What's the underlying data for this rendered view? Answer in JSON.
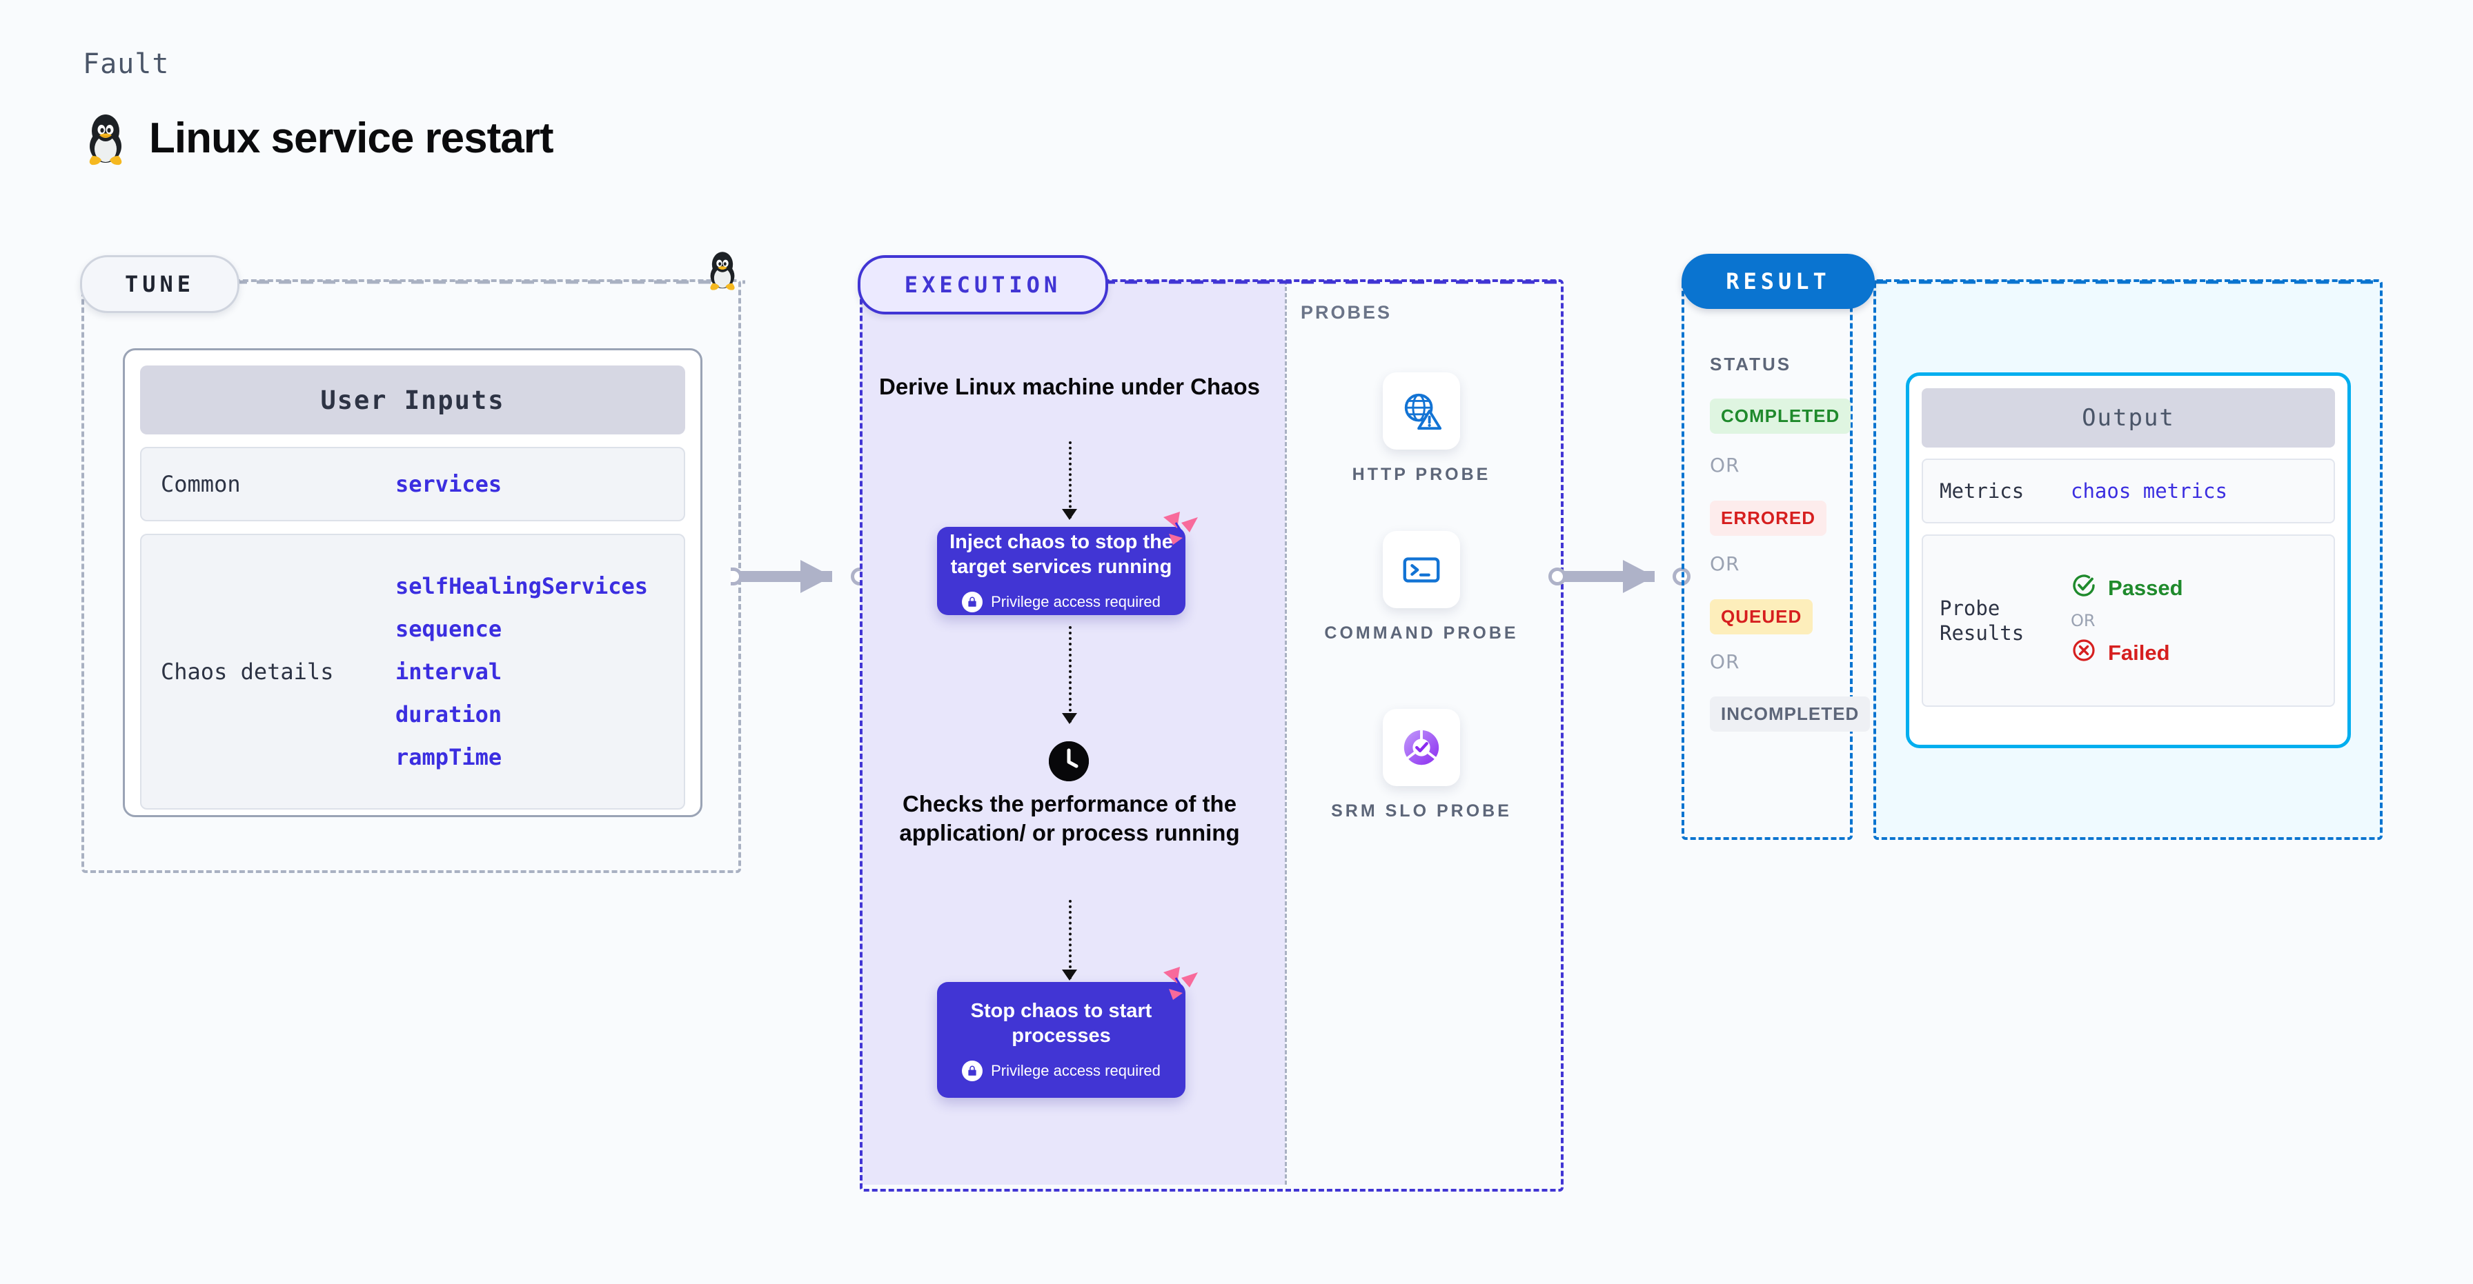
{
  "header": {
    "kicker": "Fault",
    "title": "Linux service restart",
    "icon": "linux-penguin-icon"
  },
  "tune": {
    "pill_label": "TUNE",
    "card": {
      "header": "User Inputs",
      "rows": [
        {
          "key": "Common",
          "values": [
            "services"
          ]
        },
        {
          "key": "Chaos details",
          "values": [
            "selfHealingServices",
            "sequence",
            "interval",
            "duration",
            "rampTime"
          ]
        }
      ]
    }
  },
  "execution": {
    "pill_label": "EXECUTION",
    "steps": [
      {
        "type": "title",
        "text": "Derive Linux machine under Chaos"
      },
      {
        "type": "block",
        "text": "Inject chaos to stop the target services running",
        "note": "Privilege access required",
        "note_icon": "lock-icon",
        "corner_icon": "harness-logo-icon"
      },
      {
        "type": "clock",
        "icon": "clock-icon"
      },
      {
        "type": "title",
        "text": "Checks the performance of the application/ or process running"
      },
      {
        "type": "block",
        "text": "Stop chaos to start processes",
        "note": "Privilege access required",
        "note_icon": "lock-icon",
        "corner_icon": "harness-logo-icon"
      }
    ]
  },
  "probes": {
    "section_label": "PROBES",
    "items": [
      {
        "label": "HTTP PROBE",
        "icon": "globe-warning-icon"
      },
      {
        "label": "COMMAND PROBE",
        "icon": "terminal-prompt-icon"
      },
      {
        "label": "SRM SLO PROBE",
        "icon": "slo-donut-check-icon"
      }
    ]
  },
  "result": {
    "pill_label": "RESULT",
    "status_label": "STATUS",
    "or_label": "OR",
    "statuses": [
      {
        "text": "COMPLETED",
        "bg": "#dff5e1",
        "fg": "#1f8a2c"
      },
      {
        "text": "ERRORED",
        "bg": "#fdecec",
        "fg": "#d61f1f"
      },
      {
        "text": "QUEUED",
        "bg": "#fdeebb",
        "fg": "#d61f1f"
      },
      {
        "text": "INCOMPLETED",
        "bg": "#eef0f4",
        "fg": "#5d6679"
      }
    ],
    "output": {
      "header": "Output",
      "metrics_key": "Metrics",
      "metrics_value": "chaos metrics",
      "probe_results_key": "Probe Results",
      "passed": "Passed",
      "failed": "Failed",
      "or_label": "OR",
      "passed_icon": "check-circle-icon",
      "failed_icon": "x-circle-icon"
    }
  },
  "colors": {
    "accent_purple": "#4135d4",
    "accent_blue": "#0a74d0",
    "accent_cyan": "#00aeef",
    "pink": "#f86a9b",
    "green": "#1f8a2c",
    "red": "#d61f1f",
    "page_bg": "#f9fbfd"
  }
}
